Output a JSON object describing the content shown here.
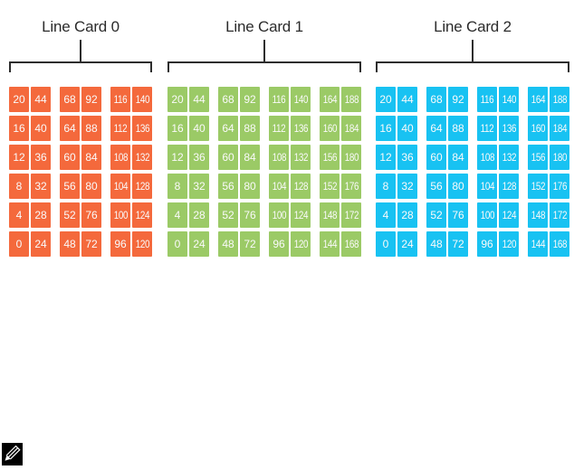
{
  "diagram": {
    "description_labels": {
      "card0": "Line Card 0",
      "card1": "Line Card 1",
      "card2": "Line Card 2"
    }
  },
  "colors": {
    "card0_cell": "#f4693c",
    "card1_cell": "#9bca66",
    "card2_cell": "#18c2f2",
    "bracket_line": "#2d2d2d",
    "label_text": "#2b2b2b",
    "cell_text": "#fafafa",
    "note_icon_bg": "#000000",
    "note_icon_glyph": "#ffffff",
    "page_background": "#ffffff"
  },
  "icons": {
    "note_icon": "pencil-note-icon"
  },
  "cards": [
    {
      "label": "Line Card 0",
      "color": "#f4693c",
      "rows": [
        [
          20,
          44,
          68,
          92,
          116,
          140
        ],
        [
          16,
          40,
          64,
          88,
          112,
          136
        ],
        [
          12,
          36,
          60,
          84,
          108,
          132
        ],
        [
          8,
          32,
          56,
          80,
          104,
          128
        ],
        [
          4,
          28,
          52,
          76,
          100,
          124
        ],
        [
          0,
          24,
          48,
          72,
          96,
          120
        ]
      ]
    },
    {
      "label": "Line Card 1",
      "color": "#9bca66",
      "rows": [
        [
          20,
          44,
          68,
          92,
          116,
          140,
          164,
          188
        ],
        [
          16,
          40,
          64,
          88,
          112,
          136,
          160,
          184
        ],
        [
          12,
          36,
          60,
          84,
          108,
          132,
          156,
          180
        ],
        [
          8,
          32,
          56,
          80,
          104,
          128,
          152,
          176
        ],
        [
          4,
          28,
          52,
          76,
          100,
          124,
          148,
          172
        ],
        [
          0,
          24,
          48,
          72,
          96,
          120,
          144,
          168
        ]
      ]
    },
    {
      "label": "Line Card 2",
      "color": "#18c2f2",
      "rows": [
        [
          20,
          44,
          68,
          92,
          116,
          140,
          164,
          188
        ],
        [
          16,
          40,
          64,
          88,
          112,
          136,
          160,
          184
        ],
        [
          12,
          36,
          60,
          84,
          108,
          132,
          156,
          180
        ],
        [
          8,
          32,
          56,
          80,
          104,
          128,
          152,
          176
        ],
        [
          4,
          28,
          52,
          76,
          100,
          124,
          148,
          172
        ],
        [
          0,
          24,
          48,
          72,
          96,
          120,
          144,
          168
        ]
      ]
    }
  ]
}
